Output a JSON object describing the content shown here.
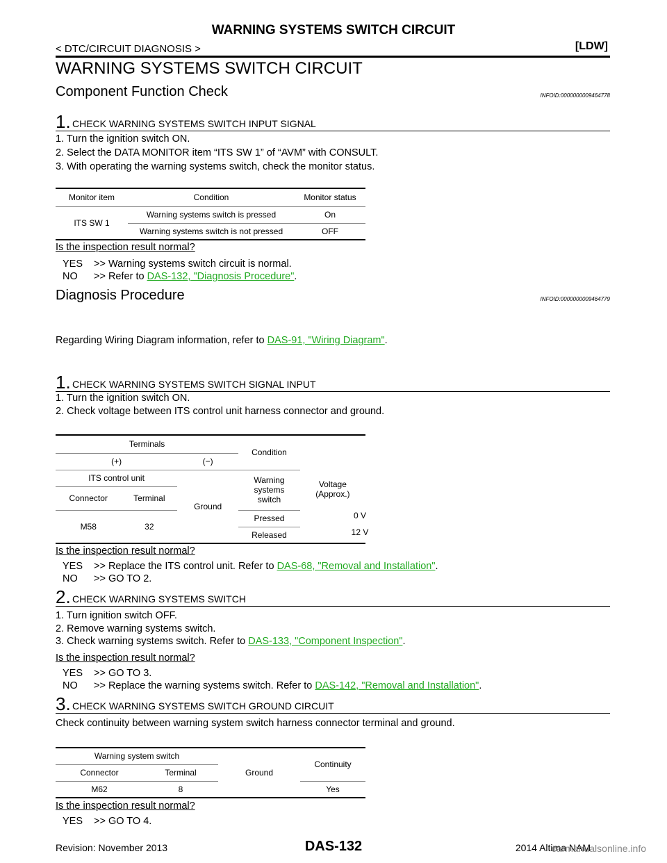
{
  "header": {
    "title": "WARNING SYSTEMS SWITCH CIRCUIT",
    "breadcrumb": "< DTC/CIRCUIT DIAGNOSIS >",
    "section_code": "[LDW]"
  },
  "main_title": "WARNING SYSTEMS SWITCH CIRCUIT",
  "cfc": {
    "title": "Component Function Check",
    "infoid": "INFOID:0000000009464778",
    "step1": {
      "num": "1.",
      "title": "CHECK WARNING SYSTEMS SWITCH INPUT SIGNAL",
      "lines": [
        "1. Turn the ignition switch ON.",
        "2. Select the DATA MONITOR item “ITS SW 1” of “AVM” with CONSULT.",
        "3. With operating the warning systems switch, check the monitor status."
      ],
      "table": {
        "headers": [
          "Monitor item",
          "Condition",
          "Monitor status"
        ],
        "item": "ITS SW 1",
        "rows": [
          [
            "Warning systems switch is pressed",
            "On"
          ],
          [
            "Warning systems switch is not pressed",
            "OFF"
          ]
        ]
      },
      "question": "Is the inspection result normal?",
      "yes_key": "YES",
      "yes_text": ">> Warning systems switch circuit is normal.",
      "no_key": "NO",
      "no_text": ">> Refer to ",
      "no_link": "DAS-132, \"Diagnosis Procedure\"",
      "no_end": "."
    }
  },
  "dp": {
    "title": "Diagnosis Procedure",
    "infoid": "INFOID:0000000009464779",
    "intro": "Regarding Wiring Diagram information, refer to ",
    "intro_link": "DAS-91, \"Wiring Diagram\"",
    "intro_end": ".",
    "step1": {
      "num": "1.",
      "title": "CHECK WARNING SYSTEMS SWITCH SIGNAL INPUT",
      "lines": [
        "1. Turn the ignition switch ON.",
        "2. Check voltage between ITS control unit harness connector and ground."
      ],
      "table": {
        "terminals": "Terminals",
        "plus": "(+)",
        "minus": "(−)",
        "unit": "ITS control unit",
        "connector": "Connector",
        "terminal": "Terminal",
        "ground": "Ground",
        "condition": "Condition",
        "switch_label": "Warning systems switch",
        "voltage": "Voltage (Approx.)",
        "conn_val": "M58",
        "term_val": "32",
        "rows": [
          [
            "Pressed",
            "0 V"
          ],
          [
            "Released",
            "12 V"
          ]
        ]
      },
      "question": "Is the inspection result normal?",
      "yes_key": "YES",
      "yes_text": ">> Replace the ITS control unit. Refer to ",
      "yes_link": "DAS-68, \"Removal and Installation\"",
      "yes_end": ".",
      "no_key": "NO",
      "no_text": ">> GO TO 2."
    },
    "step2": {
      "num": "2.",
      "title": "CHECK WARNING SYSTEMS SWITCH",
      "line1": "1. Turn ignition switch OFF.",
      "line2": "2. Remove warning systems switch.",
      "line3": "3. Check warning systems switch. Refer to ",
      "line3_link": "DAS-133, \"Component Inspection\"",
      "line3_end": ".",
      "question": "Is the inspection result normal?",
      "yes_key": "YES",
      "yes_text": ">> GO TO 3.",
      "no_key": "NO",
      "no_text": ">> Replace the warning systems switch. Refer to ",
      "no_link": "DAS-142, \"Removal and Installation\"",
      "no_end": "."
    },
    "step3": {
      "num": "3.",
      "title": "CHECK WARNING SYSTEMS SWITCH GROUND CIRCUIT",
      "text": "Check continuity between warning system switch harness connector terminal and ground.",
      "table": {
        "switch": "Warning system switch",
        "connector": "Connector",
        "terminal": "Terminal",
        "ground": "Ground",
        "continuity": "Continuity",
        "conn_val": "M62",
        "term_val": "8",
        "result": "Yes"
      },
      "question": "Is the inspection result normal?",
      "yes_key": "YES",
      "yes_text": ">> GO TO 4."
    }
  },
  "footer": {
    "revision": "Revision: November 2013",
    "page": "DAS-132",
    "model": "2014 Altima NAM",
    "watermark": "carmanualsonline.info"
  }
}
